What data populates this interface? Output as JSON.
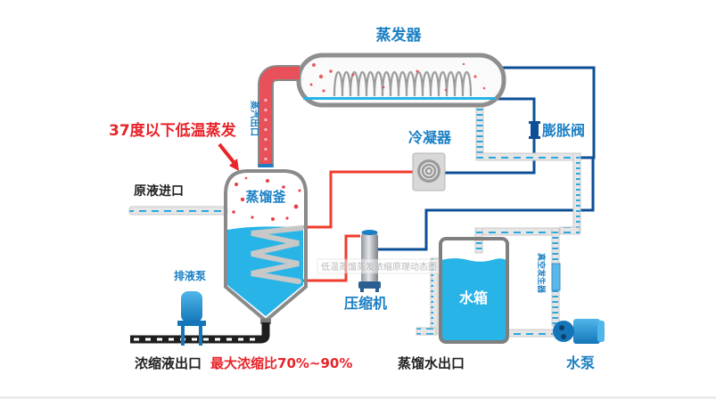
{
  "title": "低温蒸馏蒸发浓缩原理动态图",
  "watermark": "低温蒸馏蒸发浓缩原理动态图",
  "colors": {
    "water": "#29b4e8",
    "pipe_dark_blue": "#0d4f96",
    "pipe_red": "#f03c2e",
    "steam_red": "#e8404a",
    "label_blue": "#1a7fc4",
    "label_red": "#e8232a",
    "label_dark": "#222222",
    "vessel_gray": "#8a8a8a"
  },
  "labels": {
    "evaporator": "蒸发器",
    "condenser": "冷凝器",
    "expansion_valve": "膨胀阀",
    "steam_outlet": "蒸汽出口",
    "low_temp_note": "37度以下低温蒸发",
    "distillation_kettle": "蒸馏釜",
    "raw_inlet": "原液进口",
    "drain_pump": "排液泵",
    "compressor": "压缩机",
    "water_tank": "水箱",
    "vacuum_generator": "真空发生器",
    "water_pump": "水泵",
    "concentrate_outlet": "浓缩液出口",
    "max_ratio": "最大浓缩比70%~90%",
    "distilled_outlet": "蒸馏水出口"
  },
  "icons": {
    "arrow": "red-arrow-icon",
    "fan": "condenser-fan-icon",
    "valve": "expansion-valve-icon",
    "pump": "pump-icon"
  }
}
